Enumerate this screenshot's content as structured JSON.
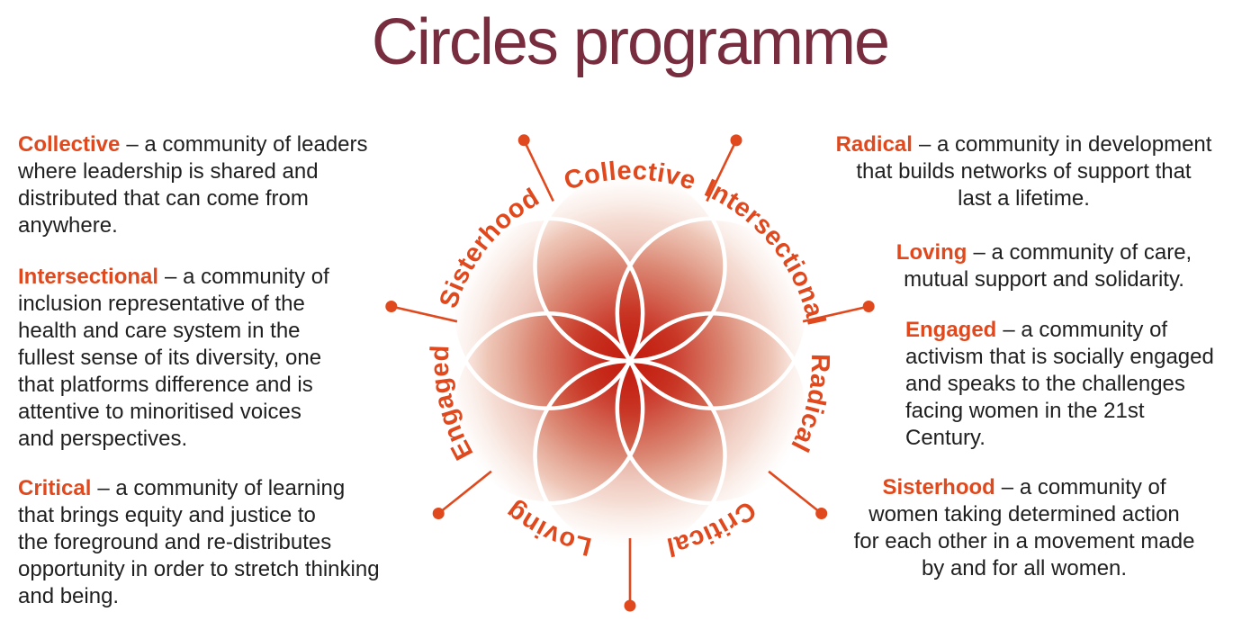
{
  "title": "Circles programme",
  "colors": {
    "accent_orange": "#e0491d",
    "title_maroon": "#782d3f",
    "body_text": "#1f1f1f",
    "flower_deep_red": "#c31d10"
  },
  "flower": {
    "labels": {
      "collective": "Collective",
      "intersectional": "Intersectional",
      "radical": "Radical",
      "critical": "Critical",
      "loving": "Loving",
      "engaged": "Engaged",
      "sisterhood": "Sisterhood"
    }
  },
  "definitions": {
    "collective": {
      "term": "Collective",
      "text": "– a community of leaders\nwhere leadership is shared and\ndistributed that can come from\nanywhere."
    },
    "intersectional": {
      "term": "Intersectional",
      "text": "– a community of\ninclusion representative of the\nhealth and care system in the\nfullest sense of its diversity, one\nthat platforms difference and is\nattentive to minoritised voices\nand perspectives."
    },
    "critical": {
      "term": "Critical",
      "text": "– a community of learning\nthat brings equity and justice to\nthe foreground and re-distributes\nopportunity in order to stretch thinking\nand being."
    },
    "radical": {
      "term": "Radical",
      "text": "– a community in development\nthat builds networks of support that\nlast a lifetime."
    },
    "loving": {
      "term": "Loving",
      "text": "– a community of care,\nmutual support and solidarity."
    },
    "engaged": {
      "term": "Engaged",
      "text": "– a community of\nactivism that is socially engaged\nand speaks to the challenges\nfacing women in the 21st\nCentury."
    },
    "sisterhood": {
      "term": "Sisterhood",
      "text": "– a community of\nwomen taking determined action\nfor each other in a movement made\nby and for all women."
    }
  }
}
